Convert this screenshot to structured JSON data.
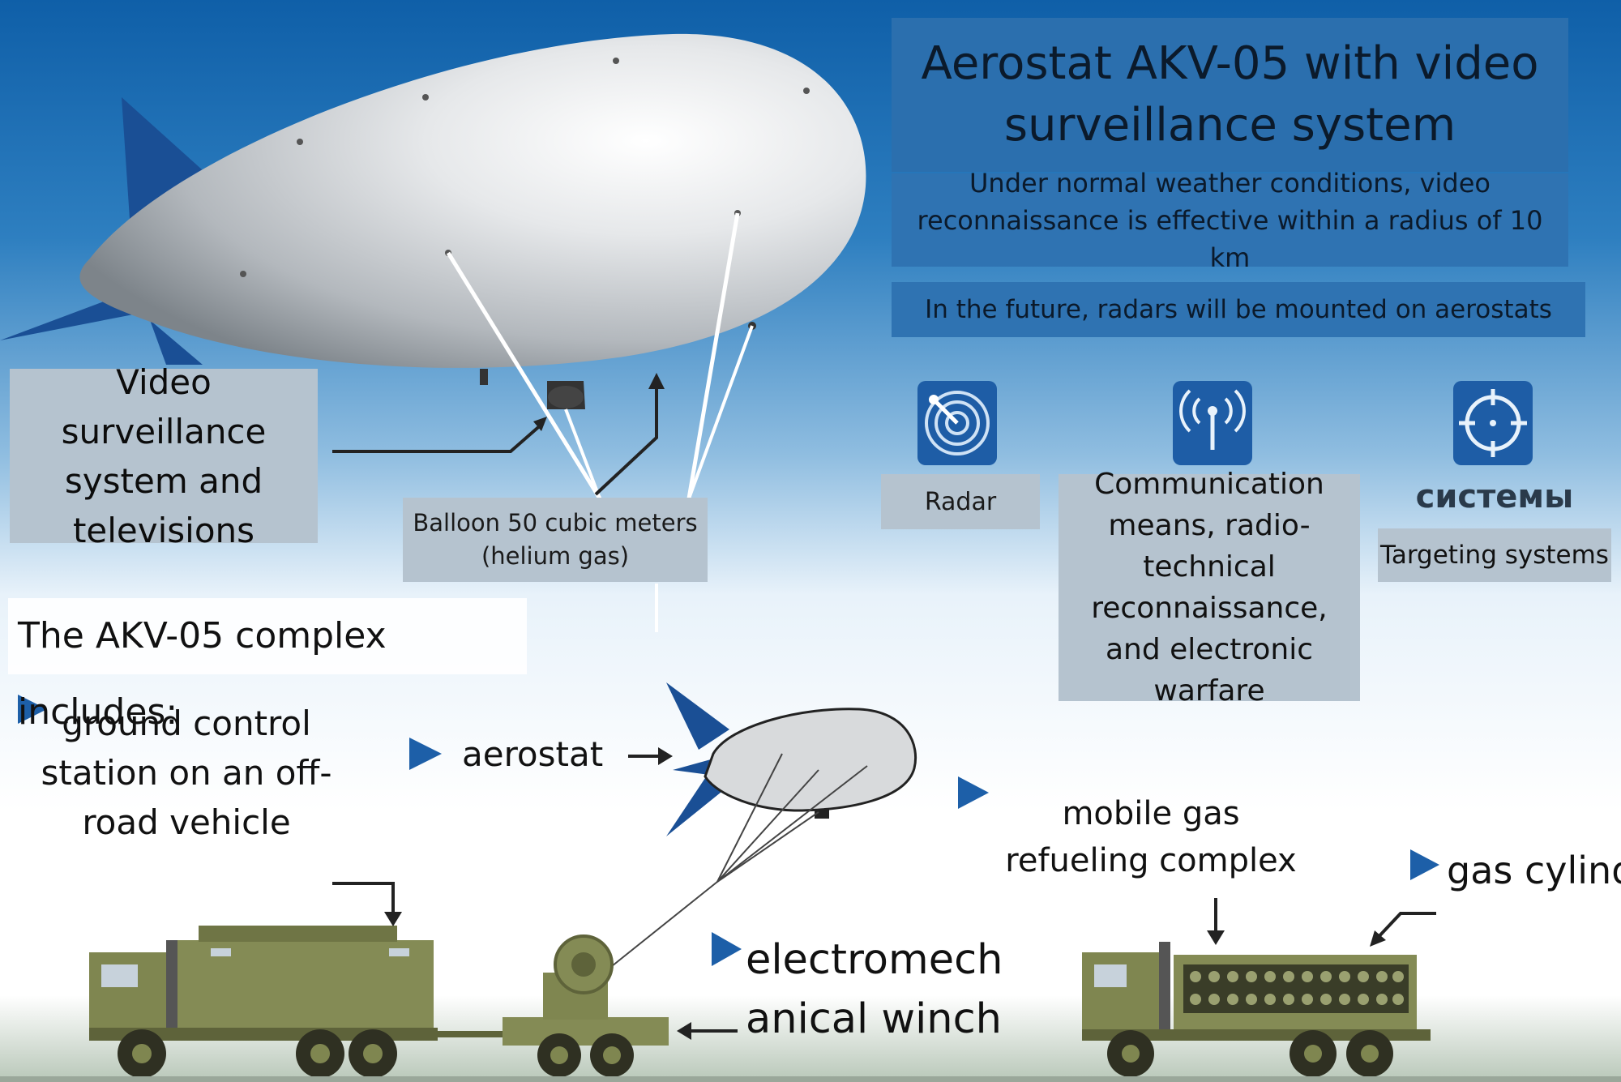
{
  "title": "Aerostat AKV-05 with video surveillance system",
  "notes": {
    "weather": "Under normal weather conditions, video reconnaissance is effective within a radius of 10 km",
    "future": "In the future, radars will be mounted on aerostats"
  },
  "labels": {
    "video_surveillance": "Video surveillance system and televisions",
    "balloon": "Balloon 50 cubic meters (helium gas)"
  },
  "capabilities": [
    {
      "icon": "radar-icon",
      "label": "Radar"
    },
    {
      "icon": "antenna-icon",
      "label": "Communication means, radio-technical reconnaissance, and electronic warfare"
    },
    {
      "icon": "crosshair-icon",
      "label": "Targeting systems",
      "caption": "системы"
    }
  ],
  "complex": {
    "heading": "The AKV-05 complex includes:",
    "items": [
      {
        "label": "ground control station on an off-road vehicle"
      },
      {
        "label": "aerostat"
      },
      {
        "label": "mobile gas refueling complex"
      },
      {
        "label": "gas cylinders"
      },
      {
        "label": "electromech anical winch"
      }
    ]
  },
  "colors": {
    "sky_top": "#0f5fa8",
    "title_box": "#2b6fae",
    "label_box": "#b5c3cf",
    "icon_tile": "#1e5da6",
    "bullet": "#1d5fa8",
    "vehicle": "#7f8650"
  }
}
